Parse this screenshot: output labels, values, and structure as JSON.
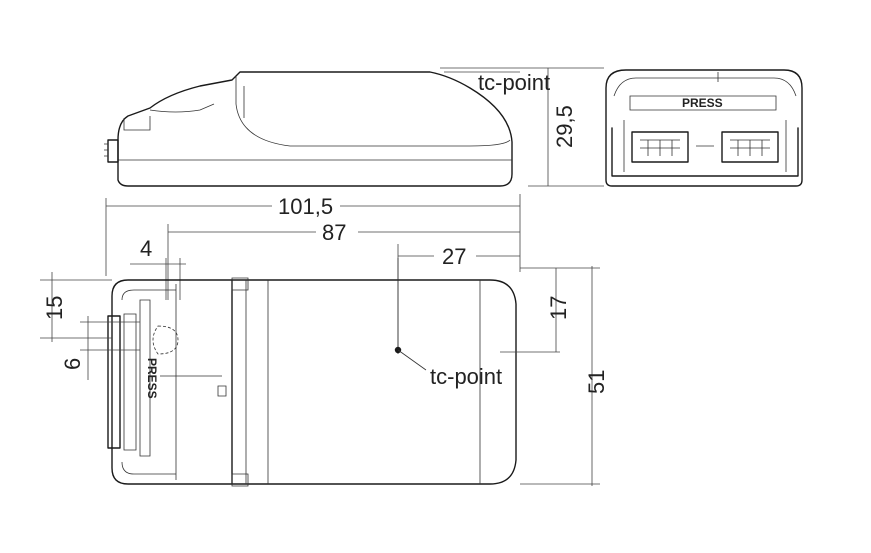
{
  "labels": {
    "tc_point_top": "tc-point",
    "tc_point_plan": "tc-point",
    "press_top": "PRESS",
    "press_plan": "PRESS"
  },
  "dimensions": {
    "height_side": "29,5",
    "total_length": "101,5",
    "body_length": "87",
    "tc_offset_x": "27",
    "clip_width": "4",
    "width_15": "15",
    "width_6": "6",
    "tc_offset_y": "17",
    "total_width": "51"
  }
}
